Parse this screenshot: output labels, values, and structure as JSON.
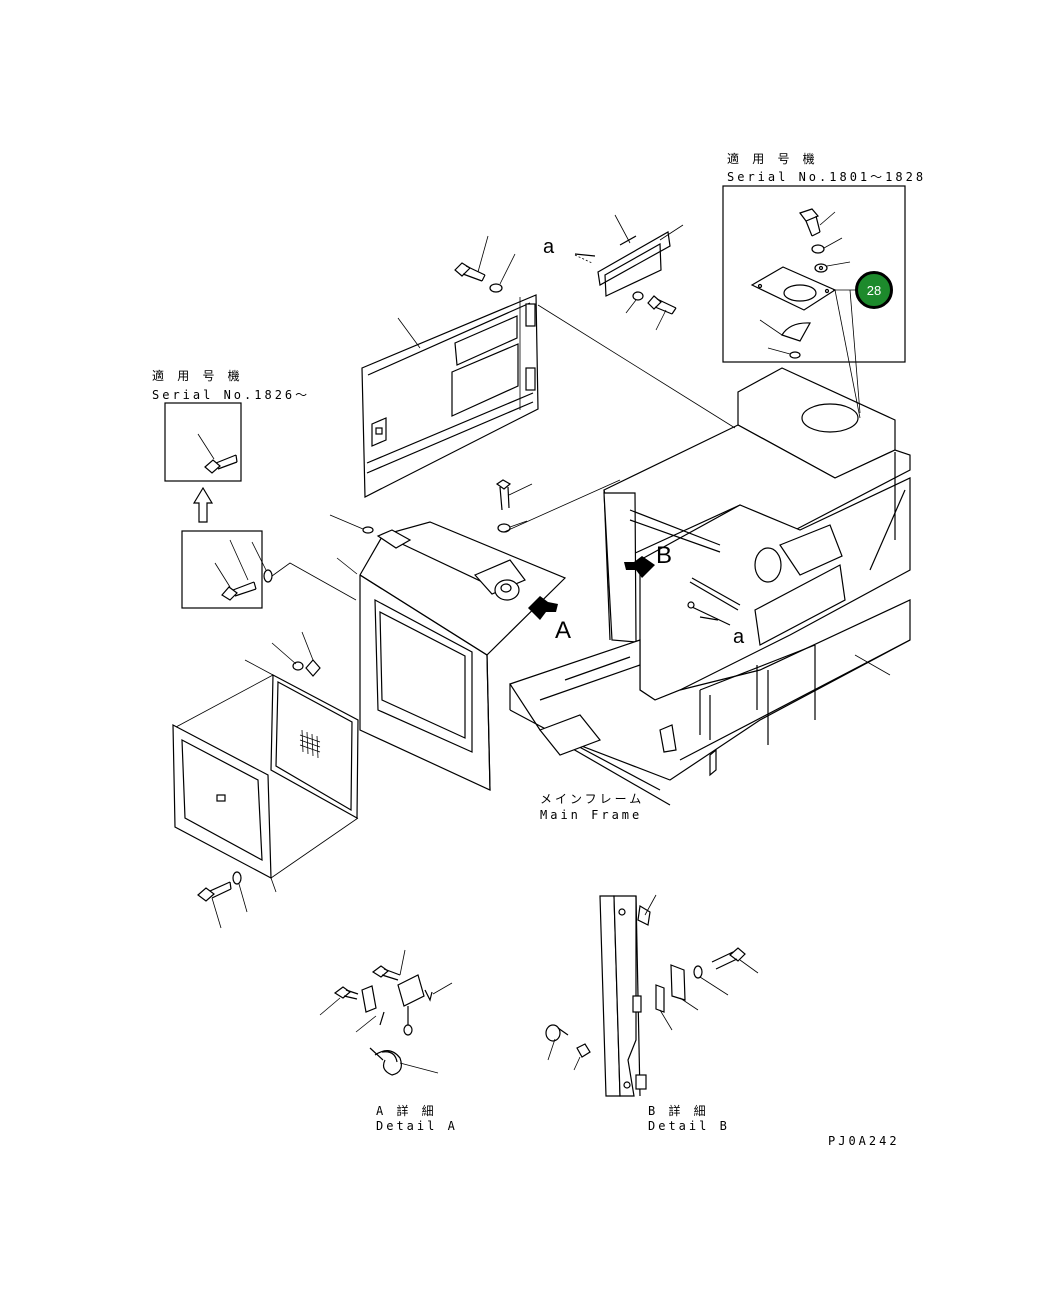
{
  "inset_top_right": {
    "applicable_jp": "適 用 号 機",
    "serial": "Serial No.1801～1828"
  },
  "inset_left": {
    "applicable_jp": "適 用 号 機",
    "serial": "Serial No.1826～"
  },
  "callouts": [
    {
      "number": "28",
      "color": "#1d8a2c"
    }
  ],
  "view_markers": {
    "a_top": "a",
    "a_bottom": "a",
    "A": "A",
    "B": "B"
  },
  "main_frame": {
    "jp": "メインフレーム",
    "en": "Main Frame"
  },
  "detail_a": {
    "jp": "A 詳 細",
    "en": "Detail A"
  },
  "detail_b": {
    "jp": "B 詳 細",
    "en": "Detail B"
  },
  "drawing_code": "PJ0A242"
}
